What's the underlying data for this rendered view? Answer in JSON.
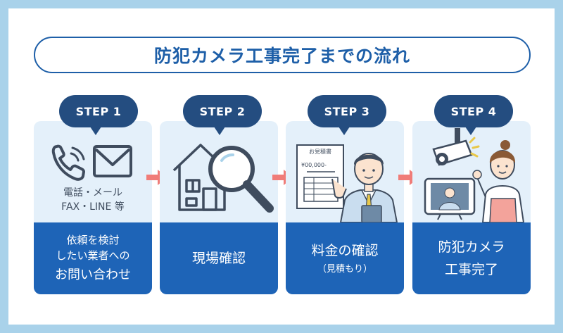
{
  "title": "防犯カメラ工事完了までの流れ",
  "steps": [
    {
      "badge": "STEP 1",
      "icon_labels": [
        "電話・メール",
        "FAX・LINE 等"
      ],
      "lines": [
        "依頼を検討",
        "したい業者への",
        "お問い合わせ"
      ]
    },
    {
      "badge": "STEP 2",
      "lines": [
        "現場確認"
      ]
    },
    {
      "badge": "STEP 3",
      "doc_title": "お見積書",
      "doc_price": "¥00,000-",
      "lines": [
        "料金の確認",
        "（見積もり）"
      ]
    },
    {
      "badge": "STEP 4",
      "lines": [
        "防犯カメラ",
        "工事完了"
      ]
    }
  ],
  "colors": {
    "primary": "#1e64b7",
    "badge": "#244d80",
    "card_bg": "#e4f0fa",
    "arrow": "#f07c78",
    "frame": "#a9d2ea"
  },
  "icons": [
    "phone-icon",
    "envelope-icon",
    "house-icon",
    "magnifier-icon",
    "estimate-document-icon",
    "businessman-illustration",
    "security-camera-icon",
    "monitor-icon",
    "worker-illustration",
    "arrow-right-icon"
  ]
}
